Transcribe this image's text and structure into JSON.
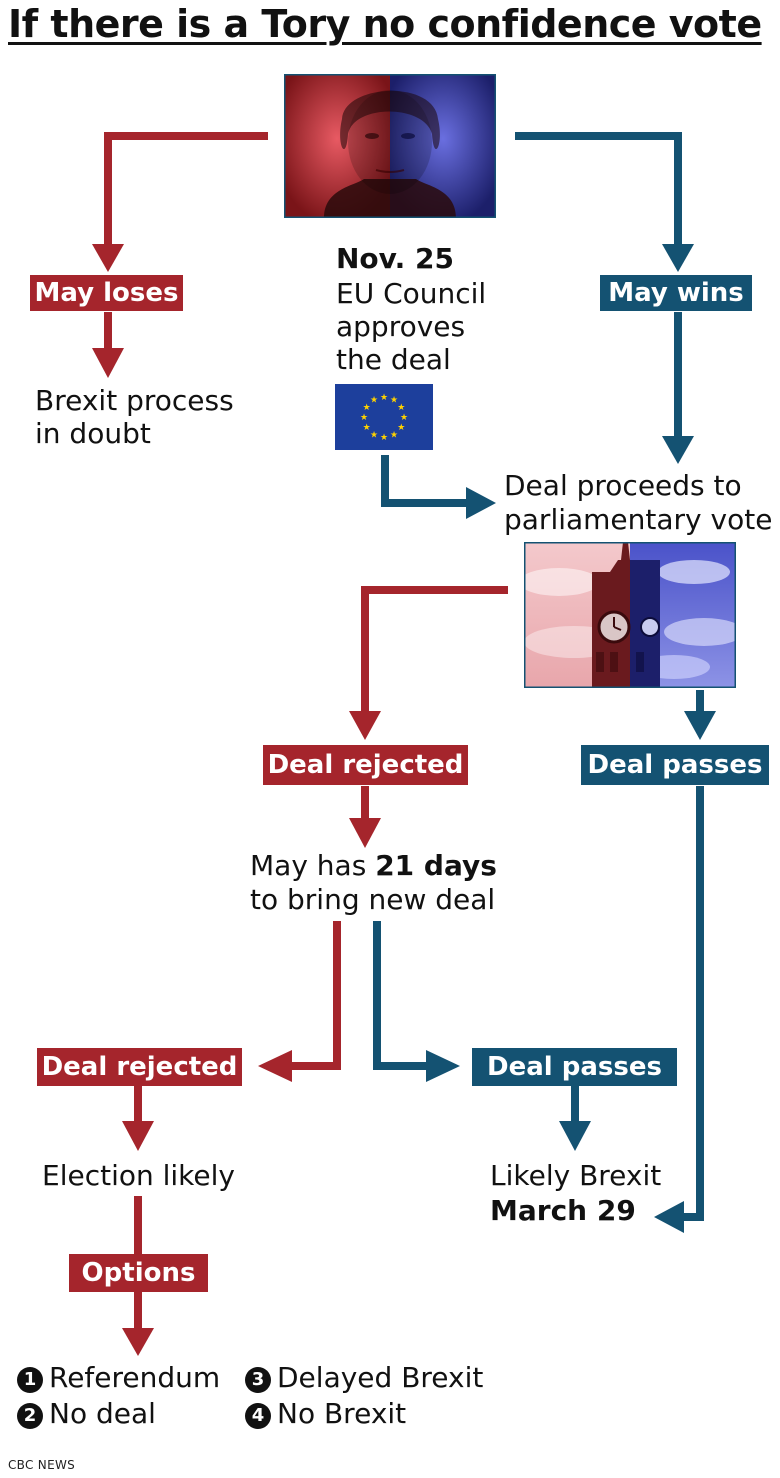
{
  "title": "If there is a Tory no confidence vote",
  "colors": {
    "red": "#a5252c",
    "blue": "#145272"
  },
  "top_branch": {
    "left_label": "May loses",
    "left_result_line1": "Brexit process",
    "left_result_line2": "in doubt",
    "right_label": "May wins"
  },
  "eu_council": {
    "date": "Nov. 25",
    "line1": "EU Council",
    "line2": "approves",
    "line3": "the deal",
    "flag_icon": "eu-flag-icon"
  },
  "parliament": {
    "line1": "Deal proceeds to",
    "line2": "parliamentary vote",
    "rejected_label": "Deal rejected",
    "passes_label": "Deal passes"
  },
  "after_rejection": {
    "line1_prefix": "May has ",
    "line1_bold": "21 days",
    "line2": "to bring new deal",
    "rejected_label": "Deal rejected",
    "passes_label": "Deal passes",
    "election": "Election likely",
    "likely_brexit": "Likely Brexit",
    "brexit_date": "March 29",
    "options_label": "Options"
  },
  "options": [
    {
      "num": "1",
      "label": "Referendum"
    },
    {
      "num": "2",
      "label": "No deal"
    },
    {
      "num": "3",
      "label": "Delayed Brexit"
    },
    {
      "num": "4",
      "label": "No Brexit"
    }
  ],
  "credit": "CBC NEWS"
}
